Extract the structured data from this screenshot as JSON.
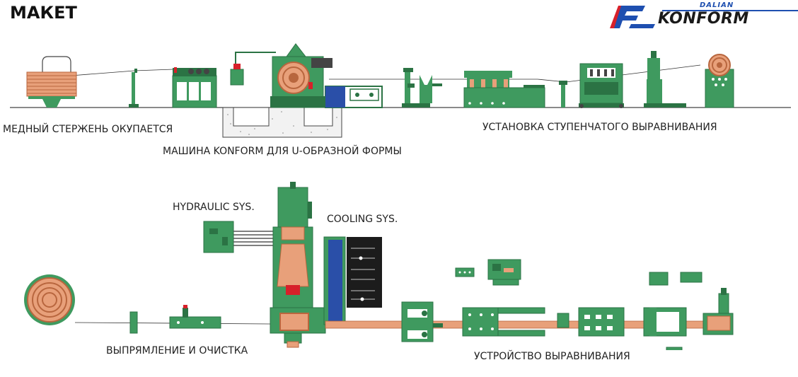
{
  "title": "МАКЕТ",
  "logo": {
    "brand_sub": "DALIAN",
    "brand_name": "KONFORM",
    "colors": {
      "red": "#d7202a",
      "blue": "#1e4fb0"
    }
  },
  "top_line": {
    "labels": {
      "rod_payoff": "МЕДНЫЙ СТЕРЖЕНЬ ОКУПАЕТСЯ",
      "konform_machine": "МАШИНА KONFORM ДЛЯ U-ОБРАЗНОЙ ФОРМЫ",
      "step_straightening": "УСТАНОВКА СТУПЕНЧАТОГО ВЫРАВНИВАНИЯ"
    }
  },
  "bottom_line": {
    "labels": {
      "hydraulic": "HYDRAULIC SYS.",
      "cooling": "COOLING SYS.",
      "straight_clean": "ВЫПРЯМЛЕНИЕ И ОЧИСТКА",
      "straightener": "УСТРОЙСТВО ВЫРАВНИВАНИЯ"
    }
  },
  "colors": {
    "machine_green": "#3f9a5f",
    "dark_green": "#2b7344",
    "copper": "#e8a07a",
    "copper_dark": "#b8663e",
    "cooling_blue": "#2a4fa8",
    "floor": "#444444"
  }
}
